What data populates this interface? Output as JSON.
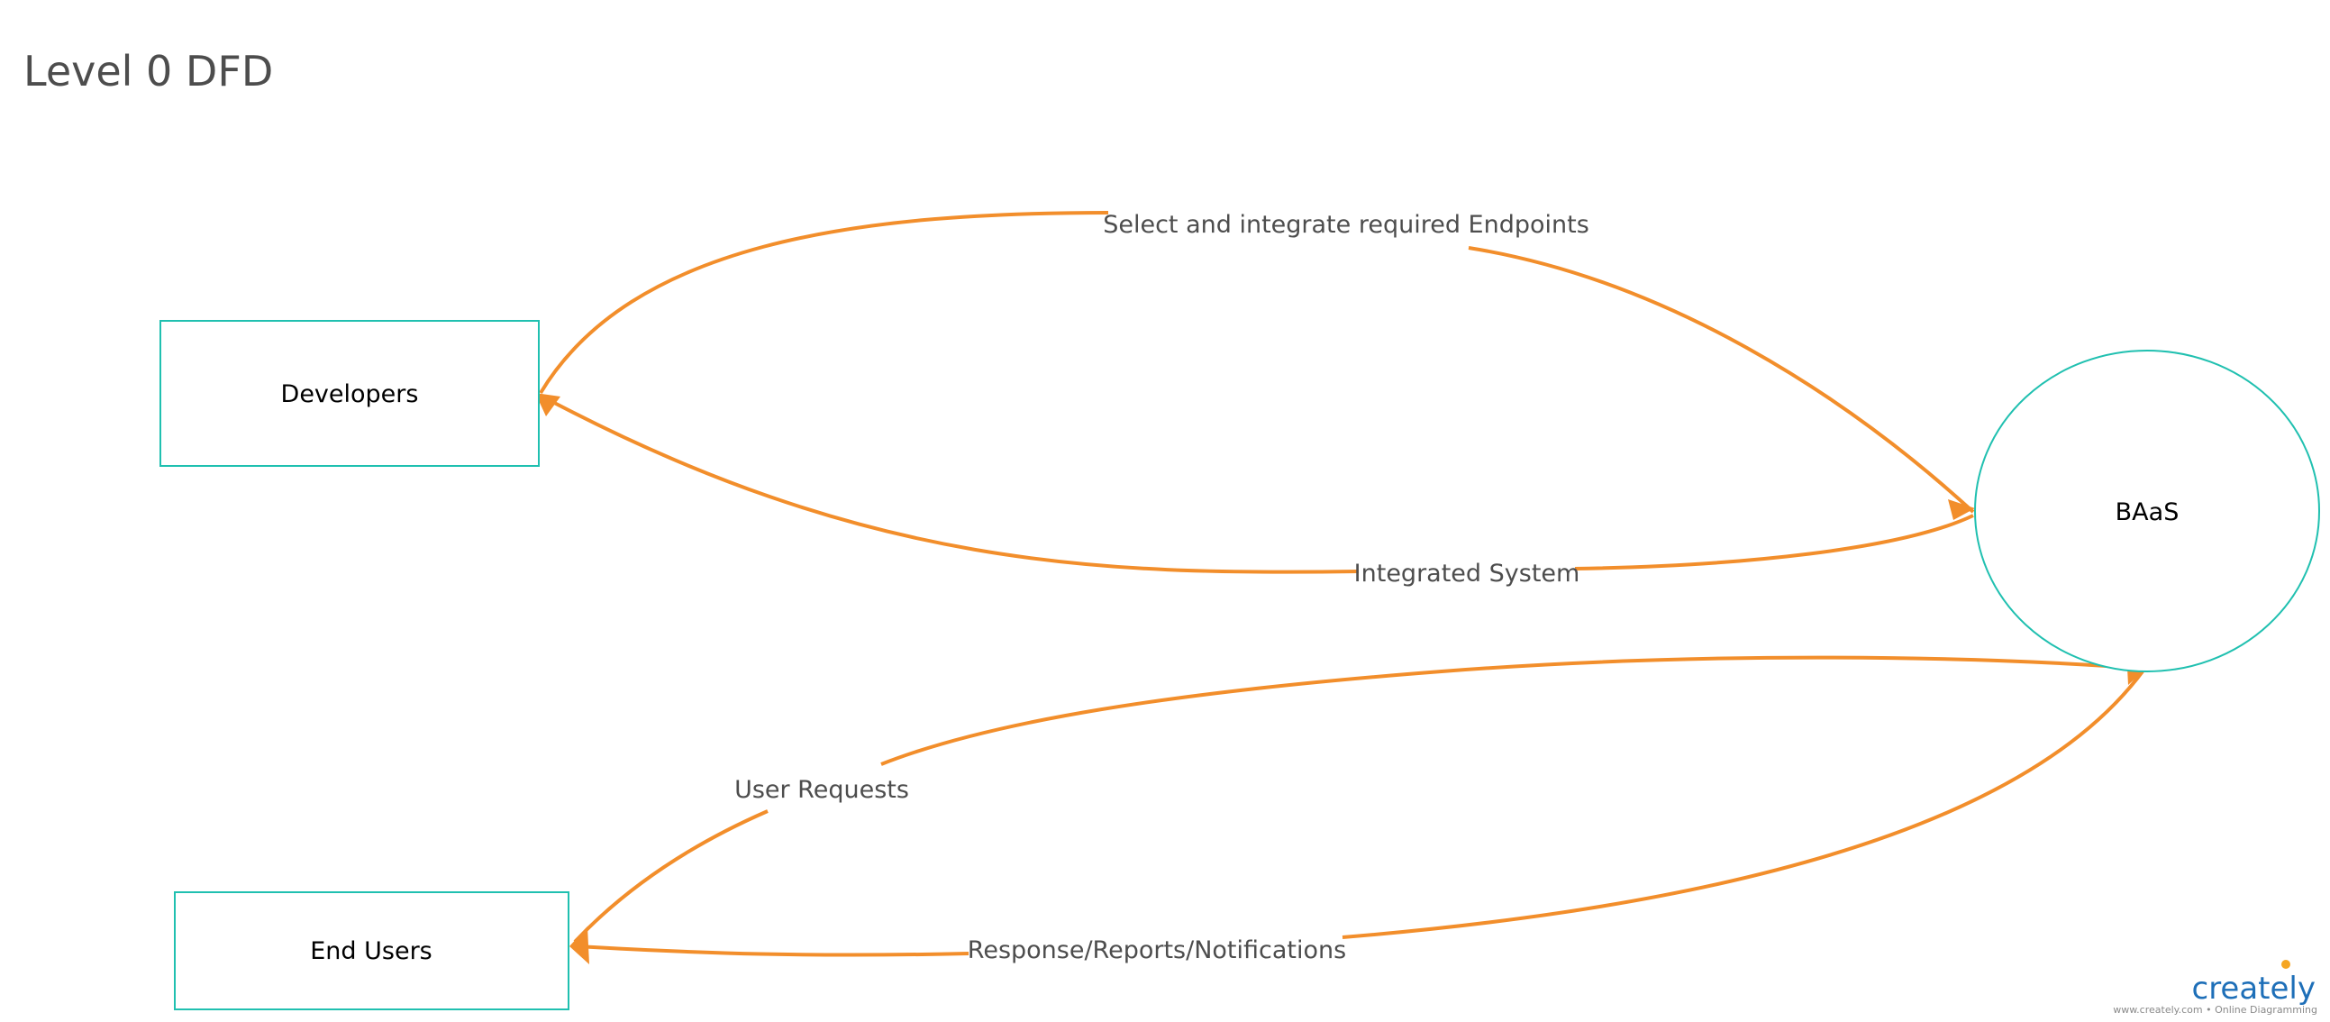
{
  "diagram": {
    "title": "Level 0 DFD",
    "colors": {
      "node_stroke": "#20c0b0",
      "flow": "#f28e2b",
      "title": "#4d4d4d",
      "flow_label": "#4d4d4d",
      "brand_blue": "#1e6fb8",
      "brand_orange": "#f5a623"
    },
    "nodes": {
      "developers": {
        "label": "Developers",
        "shape": "rectangle"
      },
      "end_users": {
        "label": "End Users",
        "shape": "rectangle"
      },
      "baas": {
        "label": "BAaS",
        "shape": "circle"
      }
    },
    "flows": {
      "select_integrate": {
        "label": "Select and integrate required Endpoints",
        "from": "Developers",
        "to": "BAaS"
      },
      "integrated_system": {
        "label": "Integrated System",
        "from": "BAaS",
        "to": "Developers"
      },
      "user_requests": {
        "label": "User Requests",
        "from": "End Users",
        "to": "BAaS"
      },
      "response": {
        "label": "Response/Reports/Notifications",
        "from": "BAaS",
        "to": "End Users"
      }
    }
  },
  "branding": {
    "logo_text": "creately",
    "tagline": "www.creately.com • Online Diagramming"
  }
}
